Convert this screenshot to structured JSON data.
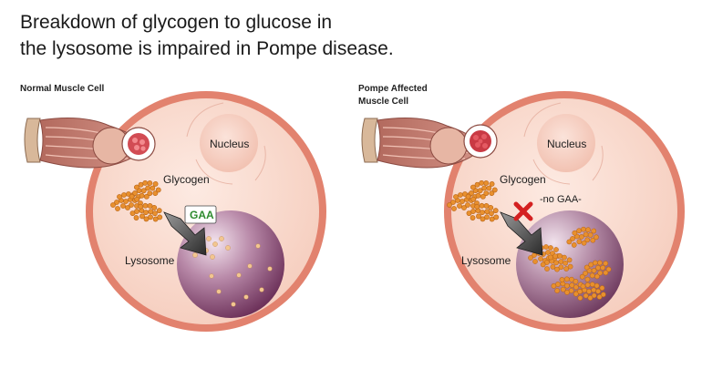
{
  "title": {
    "line1": "Breakdown of glycogen to glucose in",
    "line2": "the lysosome is impaired in Pompe disease."
  },
  "normal_panel": {
    "heading": "Normal Muscle Cell",
    "nucleus": "Nucleus",
    "glycogen": "Glycogen",
    "enzyme": "GAA",
    "lysosome": "Lysosome"
  },
  "pompe_panel": {
    "heading_line1": "Pompe Affected",
    "heading_line2": "Muscle Cell",
    "nucleus": "Nucleus",
    "glycogen": "Glycogen",
    "no_enzyme": "-no GAA-",
    "lysosome": "Lysosome"
  },
  "colors": {
    "cell_membrane": "#e07a66",
    "cytoplasm": "#fbe0d6",
    "lysosome": "#7b3f68",
    "glycogen": "#e8902e",
    "enzyme_text": "#2e8b2e",
    "block_x": "#d42020"
  }
}
